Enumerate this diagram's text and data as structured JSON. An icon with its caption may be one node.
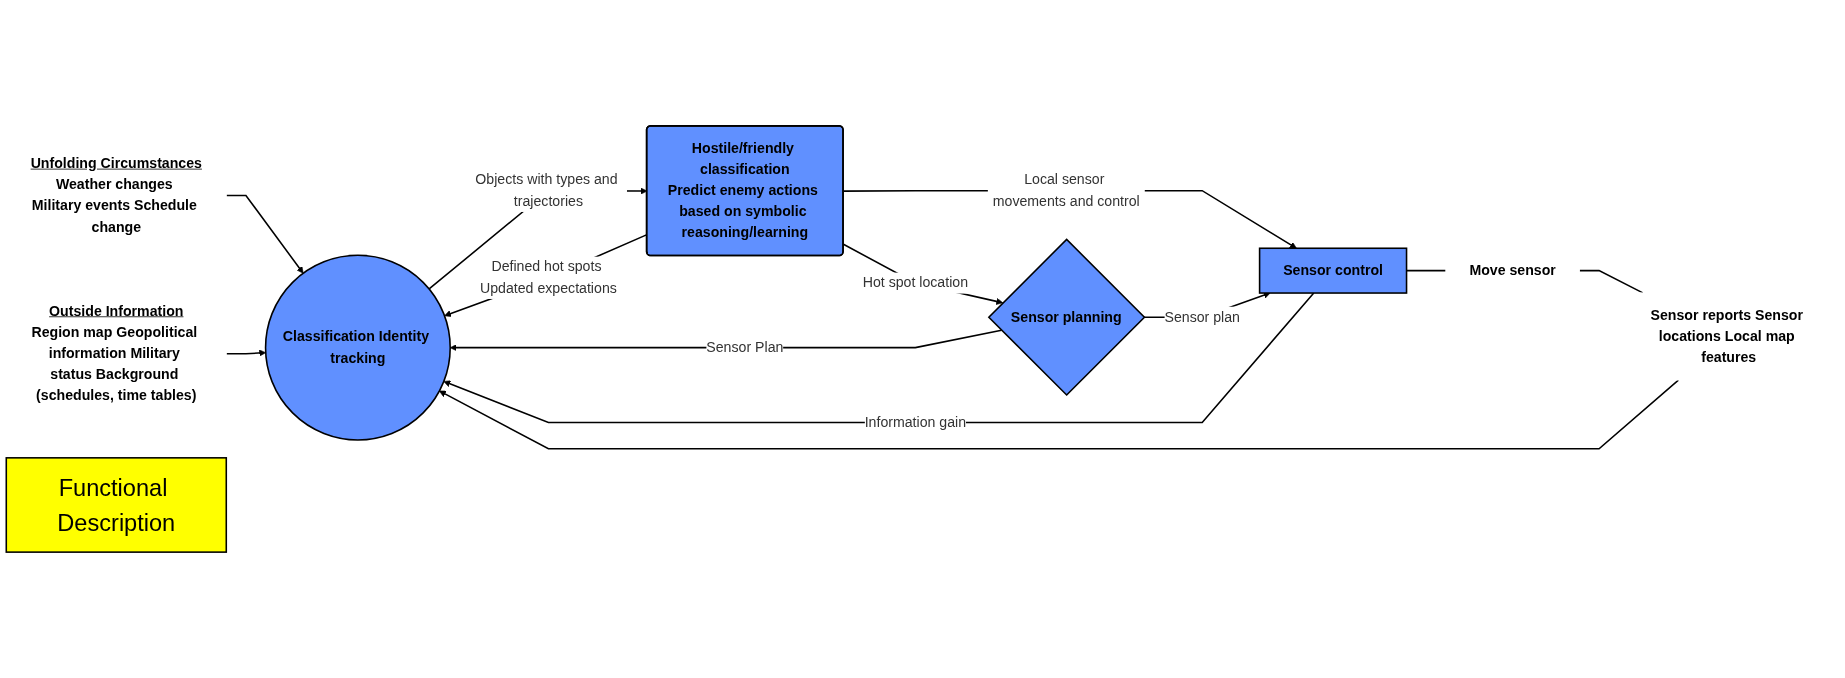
{
  "diagram": {
    "nodes": [
      {
        "text": [
          "Unfolding Circumstances",
          "Weather changes Military events Schedule change"
        ]
      },
      {
        "text": [
          "Classification Identity tracking"
        ]
      },
      {
        "text": [
          "Hostile/friendly classification",
          "Predict enemy actions based on symbolic reasoning/learning"
        ]
      },
      {
        "text": [
          "Sensor planning"
        ]
      },
      {
        "text": [
          "Sensor control"
        ]
      },
      {
        "text": [
          "Outside Information",
          "Region map Geopolitical information Military status Background (schedules, time tables)"
        ]
      },
      {
        "text": [
          "Functional Description"
        ]
      },
      {
        "text": [
          "Sensor reports Sensor locations Local map features"
        ]
      },
      {
        "text": [
          "Move sensor"
        ]
      }
    ],
    "edges": [
      {
        "from": 0,
        "to": 1,
        "arrow": "to"
      },
      {
        "from": 5,
        "to": 1,
        "arrow": "to"
      },
      {
        "from": 1,
        "to": 2,
        "arrow": "to",
        "label": "Objects with types and trajectories"
      },
      {
        "from": 2,
        "to": 1,
        "arrow": "to",
        "label": "Defined hot spots Updated expectations"
      },
      {
        "from": 2,
        "to": 4,
        "arrow": "to",
        "label": "Local sensor movements and control"
      },
      {
        "from": 2,
        "to": 3,
        "arrow": "to",
        "label": "Hot spot location"
      },
      {
        "from": 3,
        "to": 4,
        "arrow": "to",
        "label": "Sensor plan"
      },
      {
        "from": 3,
        "to": 1,
        "arrow": "to",
        "label": "Sensor Plan"
      },
      {
        "from": 4,
        "to": 1,
        "arrow": "to",
        "label": "Information gain"
      },
      {
        "from": 7,
        "to": 1,
        "arrow": "to"
      },
      {
        "from": 4,
        "to": 8,
        "arrow": "none"
      },
      {
        "from": 8,
        "to": 7,
        "arrow": "none"
      }
    ]
  }
}
